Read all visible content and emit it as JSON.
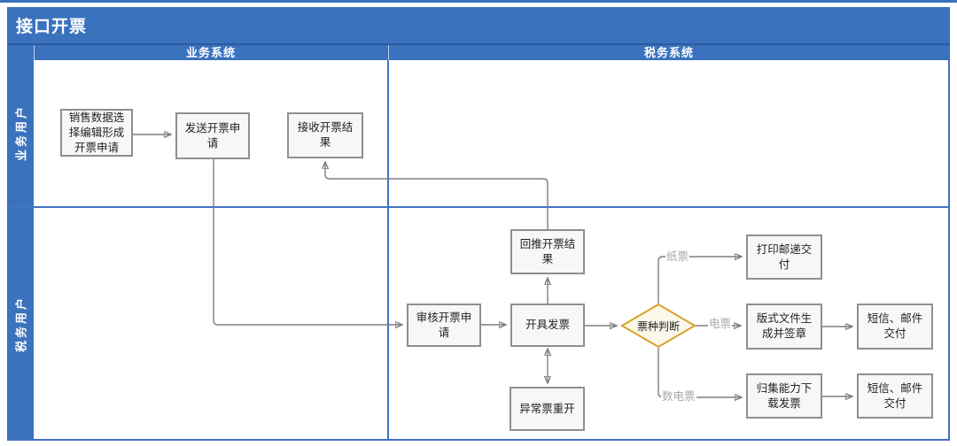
{
  "diagram": {
    "title": "接口开票",
    "columns": [
      {
        "label": "业务系统"
      },
      {
        "label": "税务系统"
      }
    ],
    "lanes": [
      {
        "label": "业务用户"
      },
      {
        "label": "税务用户"
      }
    ],
    "nodes": {
      "sales": {
        "label": "销售数据选择编辑形成开票申请",
        "shape": "rect",
        "column": "业务系统",
        "lane": "业务用户"
      },
      "send": {
        "label": "发送开票申请",
        "shape": "rect",
        "column": "业务系统",
        "lane": "业务用户"
      },
      "receive": {
        "label": "接收开票结果",
        "shape": "rect",
        "column": "业务系统",
        "lane": "业务用户"
      },
      "review": {
        "label": "审核开票申请",
        "shape": "rect",
        "column": "税务系统",
        "lane": "税务用户"
      },
      "issue": {
        "label": "开具发票",
        "shape": "rect",
        "column": "税务系统",
        "lane": "税务用户"
      },
      "pushback": {
        "label": "回推开票结果",
        "shape": "rect",
        "column": "税务系统",
        "lane": "税务用户"
      },
      "abnormal": {
        "label": "异常票重开",
        "shape": "rect",
        "column": "税务系统",
        "lane": "税务用户"
      },
      "decision": {
        "label": "票种判断",
        "shape": "diamond",
        "column": "税务系统",
        "lane": "税务用户"
      },
      "print": {
        "label": "打印邮递交付",
        "shape": "rect",
        "column": "税务系统",
        "lane": "税务用户"
      },
      "format_sign": {
        "label": "版式文件生成并签章",
        "shape": "rect",
        "column": "税务系统",
        "lane": "税务用户"
      },
      "sms1": {
        "label": "短信、邮件交付",
        "shape": "rect",
        "column": "税务系统",
        "lane": "税务用户"
      },
      "collect": {
        "label": "归集能力下载发票",
        "shape": "rect",
        "column": "税务系统",
        "lane": "税务用户"
      },
      "sms2": {
        "label": "短信、邮件交付",
        "shape": "rect",
        "column": "税务系统",
        "lane": "税务用户"
      }
    },
    "edge_labels": {
      "paper": "纸票",
      "electronic": "电票",
      "digital": "数电票"
    },
    "edges": [
      {
        "from": "sales",
        "to": "send"
      },
      {
        "from": "send",
        "to": "review"
      },
      {
        "from": "review",
        "to": "issue"
      },
      {
        "from": "issue",
        "to": "pushback"
      },
      {
        "from": "pushback",
        "to": "receive"
      },
      {
        "from": "issue",
        "to": "abnormal",
        "bidirectional": true
      },
      {
        "from": "issue",
        "to": "decision"
      },
      {
        "from": "decision",
        "to": "print",
        "label": "纸票"
      },
      {
        "from": "decision",
        "to": "format_sign",
        "label": "电票"
      },
      {
        "from": "format_sign",
        "to": "sms1"
      },
      {
        "from": "decision",
        "to": "collect",
        "label": "数电票"
      },
      {
        "from": "collect",
        "to": "sms2"
      }
    ],
    "colors": {
      "banner_blue": "#3A72BE",
      "divider_blue": "#4472C4",
      "banner_separator": "#2B5B9E",
      "box_fill": "#F7F7F7",
      "box_border": "#8F8F8F",
      "connector_gray": "#7F7F7F",
      "edge_label_gray": "#A8A8A8",
      "diamond_fill": "#FBF7EA",
      "diamond_border": "#D9A32B"
    }
  }
}
